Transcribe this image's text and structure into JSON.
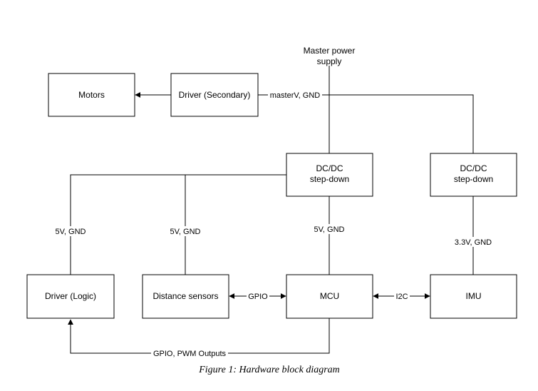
{
  "diagram": {
    "nodes": {
      "master_power": [
        "Master power",
        "supply"
      ],
      "motors": [
        "Motors"
      ],
      "driver_secondary": [
        "Driver (Secondary)"
      ],
      "dcdc_main": [
        "DC/DC",
        "step-down"
      ],
      "dcdc_imu": [
        "DC/DC",
        "step-down"
      ],
      "driver_logic": [
        "Driver (Logic)"
      ],
      "distance_sensors": [
        "Distance sensors"
      ],
      "mcu": [
        "MCU"
      ],
      "imu": [
        "IMU"
      ]
    },
    "edge_labels": {
      "master_v_gnd": "masterV, GND",
      "driver_logic_5v": "5V, GND",
      "sensors_5v": "5V, GND",
      "mcu_5v": "5V, GND",
      "imu_3v3": "3.3V, GND",
      "gpio": "GPIO",
      "i2c": "I2C",
      "gpio_pwm": "GPIO, PWM Outputs"
    },
    "caption": "Figure 1: Hardware block diagram"
  }
}
